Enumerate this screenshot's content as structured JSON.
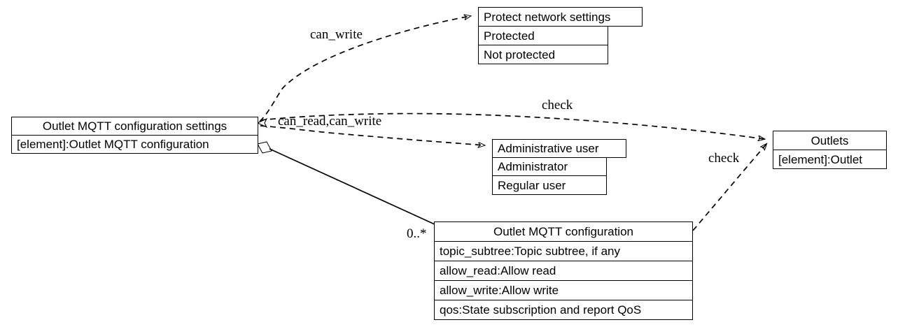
{
  "diagram": {
    "type": "uml-class-diagram",
    "background": "#ffffff",
    "stroke_color": "#000000",
    "nodes": {
      "outlet_mqtt_configuration_settings": {
        "title": "Outlet MQTT configuration settings",
        "rows": [
          "[element]:Outlet MQTT configuration"
        ]
      },
      "protect_network_settings": {
        "title": "Protect network settings",
        "rows": [
          "Protected",
          "Not protected"
        ]
      },
      "administrative_user": {
        "title": "Administrative user",
        "rows": [
          "Administrator",
          "Regular user"
        ]
      },
      "outlets": {
        "title": "Outlets",
        "rows": [
          "[element]:Outlet"
        ]
      },
      "outlet_mqtt_configuration": {
        "title": "Outlet MQTT configuration",
        "rows": [
          "topic_subtree:Topic subtree, if any",
          "allow_read:Allow read",
          "allow_write:Allow write",
          "qos:State subscription and report QoS"
        ]
      }
    },
    "edges": [
      {
        "id": "can-write",
        "label": "can_write",
        "from": "outlet_mqtt_configuration_settings",
        "to": "protect_network_settings",
        "style": "dashed",
        "arrow": "open"
      },
      {
        "id": "can-read-can-write",
        "label": "can_read,can_write",
        "from": "outlet_mqtt_configuration_settings",
        "to": "administrative_user",
        "style": "dashed",
        "arrow": "open"
      },
      {
        "id": "check-settings-outlets",
        "label": "check",
        "from": "outlet_mqtt_configuration_settings",
        "to": "outlets",
        "style": "dashed",
        "arrow": "open"
      },
      {
        "id": "check-config-outlets",
        "label": "check",
        "from": "outlet_mqtt_configuration",
        "to": "outlets",
        "style": "dashed",
        "arrow": "open"
      },
      {
        "id": "composition-config",
        "label": "0..*",
        "from": "outlet_mqtt_configuration_settings",
        "to": "outlet_mqtt_configuration",
        "style": "solid",
        "arrow": "filled-diamond-source"
      }
    ]
  }
}
